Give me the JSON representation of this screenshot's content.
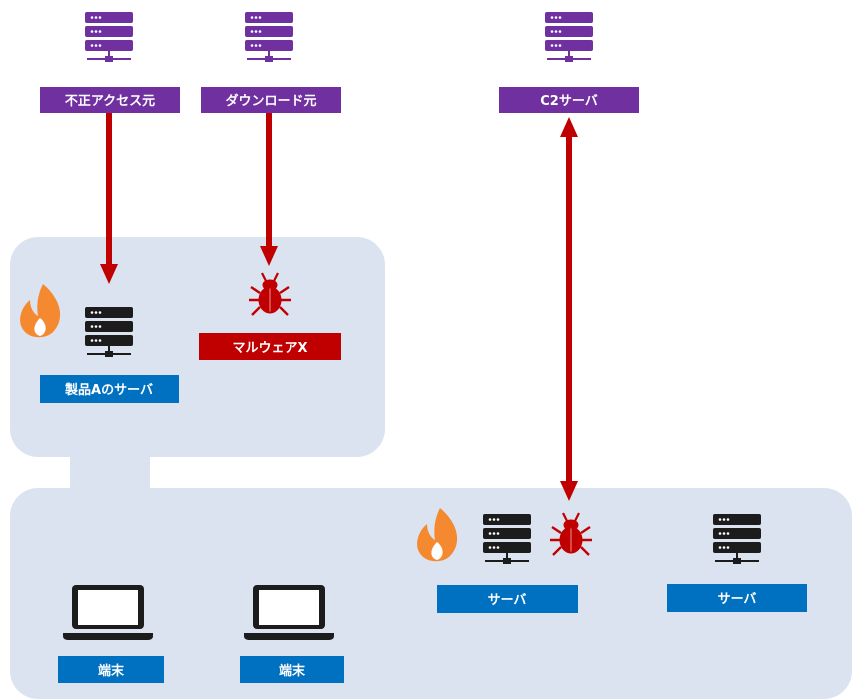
{
  "colors": {
    "zone_fill": "#dbe3f1",
    "purple": "#7030a0",
    "blue": "#0070c0",
    "red": "#c00000",
    "icon_dark": "#1c1c1c",
    "fire": "#f4892f",
    "arrow": "#c00000"
  },
  "external": {
    "unauthorized_access_label": "不正アクセス元",
    "download_source_label": "ダウンロード元",
    "c2_label": "C2サーバ"
  },
  "zone_a": {
    "server_label": "製品Aのサーバ",
    "malware_label": "マルウェアX"
  },
  "internal": {
    "terminal1_label": "端末",
    "terminal2_label": "端末",
    "infected_server_label": "サーバ",
    "server_label": "サーバ"
  },
  "icons": {
    "server": "server-icon",
    "bug": "bug-icon",
    "fire": "fire-icon",
    "laptop": "laptop-icon"
  }
}
